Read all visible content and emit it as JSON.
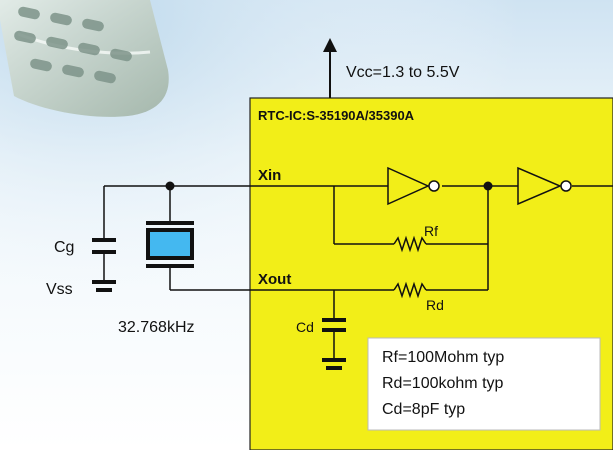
{
  "supply_label": "Vcc=1.3 to 5.5V",
  "ic_title": "RTC-IC:S-35190A/35390A",
  "pins": {
    "xin": "Xin",
    "xout": "Xout"
  },
  "components": {
    "rf": "Rf",
    "rd": "Rd",
    "cg": "Cg",
    "cd": "Cd",
    "vss": "Vss",
    "crystal_freq": "32.768kHz"
  },
  "notes": [
    "Rf=100Mohm typ",
    "Rd=100kohm typ",
    "Cd=8pF typ"
  ],
  "colors": {
    "ic_fill": "#f2ee18",
    "crystal_fill": "#44b8f0",
    "background_top": "#dcecf7",
    "wire": "#111111"
  },
  "icons": {
    "device": "handheld-phone-keypad-icon"
  }
}
